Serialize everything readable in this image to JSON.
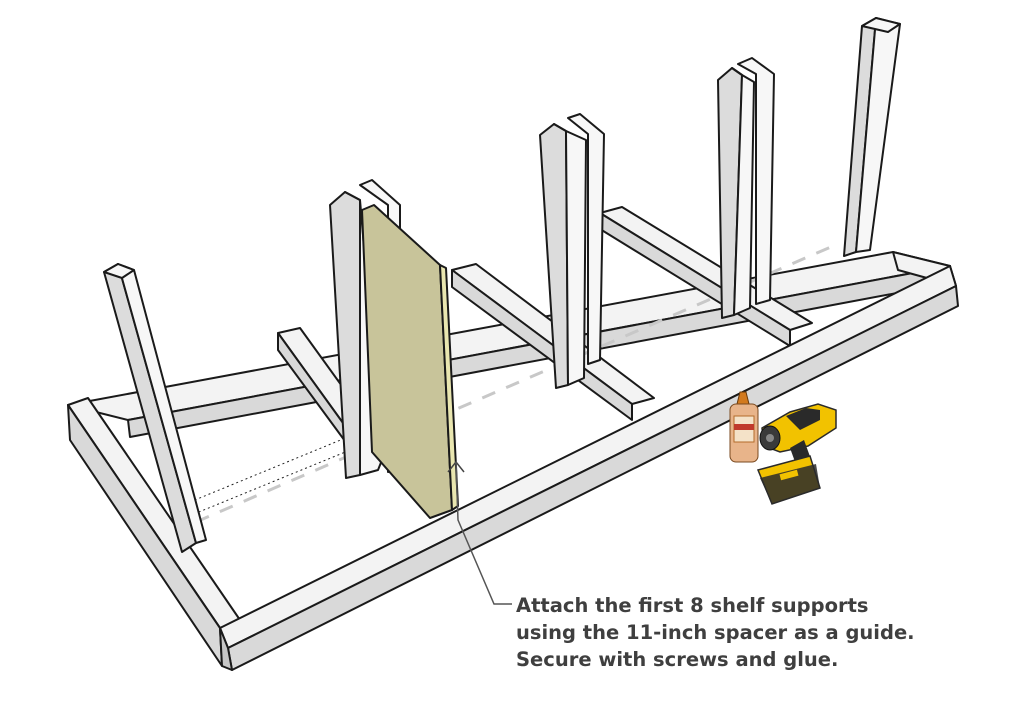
{
  "diagram": {
    "callout": {
      "lines": [
        "Attach the first 8 shelf supports",
        "using the 11-inch spacer as a guide.",
        "Secure with screws and glue."
      ]
    },
    "colors": {
      "lumber_top": "#f3f3f3",
      "lumber_side": "#d6d6d6",
      "lumber_end": "#c4c4c4",
      "spacer": "#c8c49a",
      "spacer_edge": "#e9e6b0",
      "outline": "#1a1a1a",
      "guide_dash": "#c0c0c0",
      "drill_body": "#f2c200",
      "drill_dark": "#2a2a2a",
      "glue_bottle": "#e8b48a",
      "glue_cap": "#d27a1e",
      "caption_text": "#3f3f3f"
    },
    "items": [
      "frame",
      "cross-brace",
      "shelf-support",
      "spacer-board",
      "glue-bottle-icon",
      "cordless-drill-icon"
    ]
  }
}
